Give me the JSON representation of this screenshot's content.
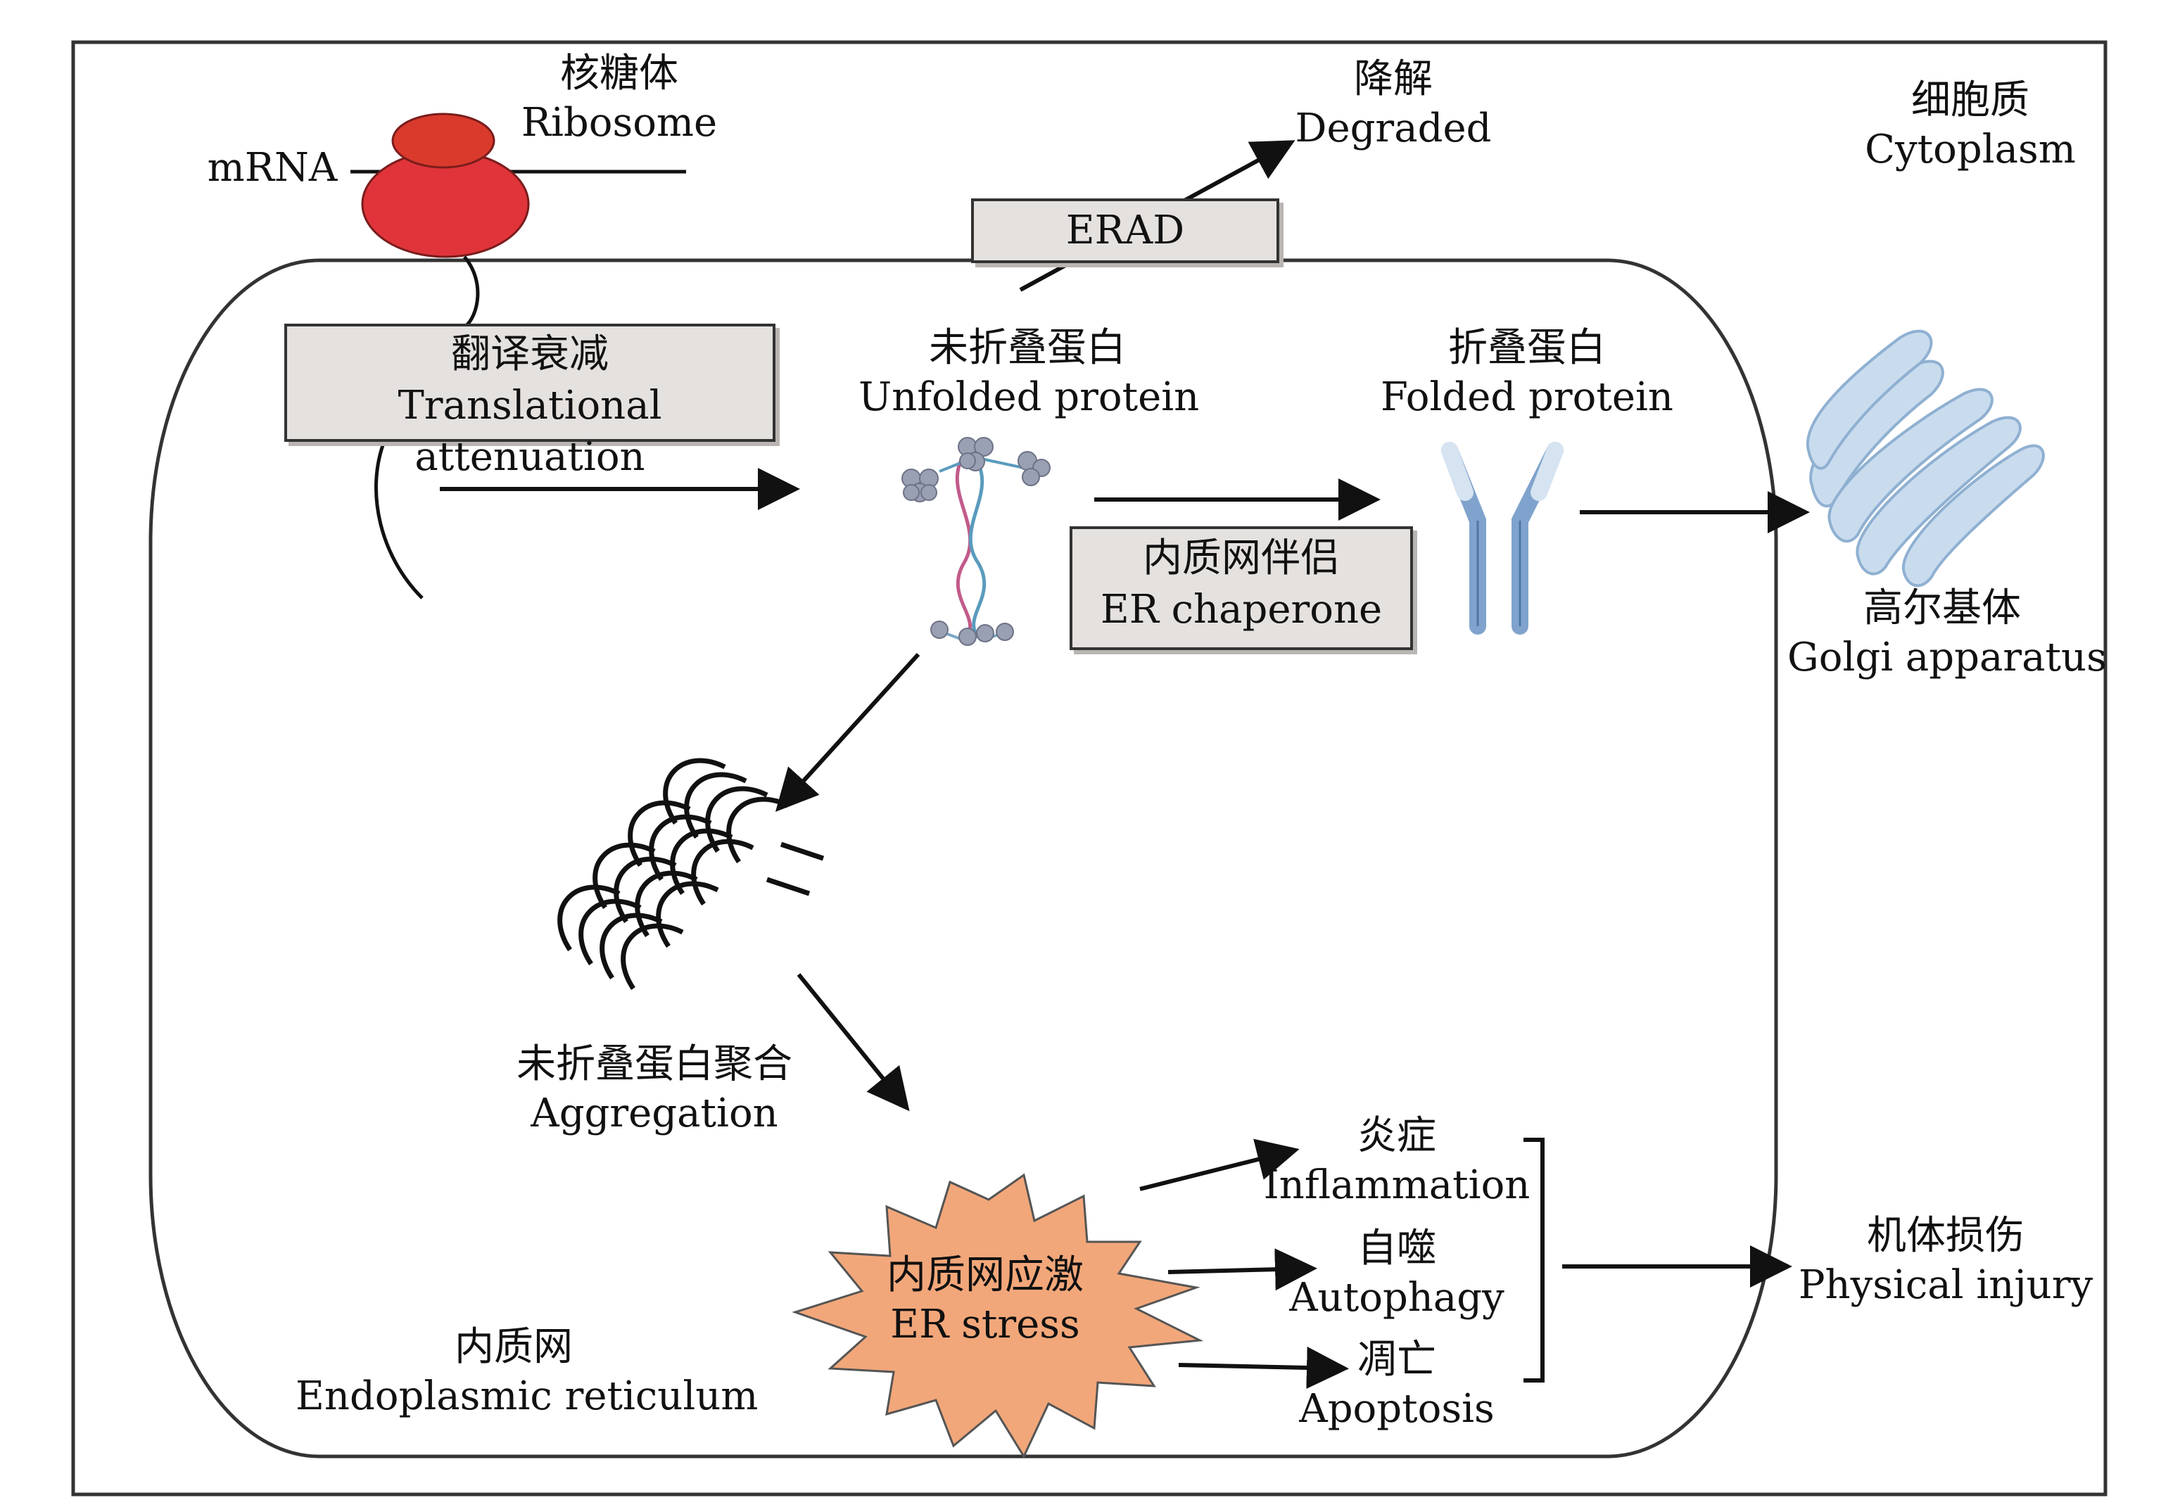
{
  "labels": {
    "ribosome": {
      "zh": "核糖体",
      "en": "Ribosome"
    },
    "mrna": "mRNA",
    "degraded": {
      "zh": "降解",
      "en": "Degraded"
    },
    "erad": "ERAD",
    "cytoplasm": {
      "zh": "细胞质",
      "en": "Cytoplasm"
    },
    "translational_attenuation": {
      "zh": "翻译衰减",
      "en": "Translational attenuation"
    },
    "unfolded_protein": {
      "zh": "未折叠蛋白",
      "en": "Unfolded protein"
    },
    "folded_protein": {
      "zh": "折叠蛋白",
      "en": "Folded protein"
    },
    "er_chaperone": {
      "zh": "内质网伴侣",
      "en": "ER chaperone"
    },
    "golgi": {
      "zh": "高尔基体",
      "en": "Golgi apparatus"
    },
    "aggregation": {
      "zh": "未折叠蛋白聚合",
      "en": "Aggregation"
    },
    "er_stress": {
      "zh": "内质网应激",
      "en": "ER stress"
    },
    "inflammation": {
      "zh": "炎症",
      "en": "Inflammation"
    },
    "autophagy": {
      "zh": "自噬",
      "en": "Autophagy"
    },
    "apoptosis": {
      "zh": "凋亡",
      "en": "Apoptosis"
    },
    "physical_injury": {
      "zh": "机体损伤",
      "en": "Physical injury"
    },
    "endoplasmic_reticulum": {
      "zh": "内质网",
      "en": "Endoplasmic reticulum"
    }
  },
  "colors": {
    "ribosome": "#e0343a",
    "ribosome_top": "#d93a2c",
    "box_fill": "#e5e1df",
    "star_fill": "#f2a77a",
    "antibody": "#7fa3cc",
    "golgi": "#c9dcee",
    "golgi_stroke": "#8fb0d1",
    "protein_bead": "#9aa0b4"
  }
}
